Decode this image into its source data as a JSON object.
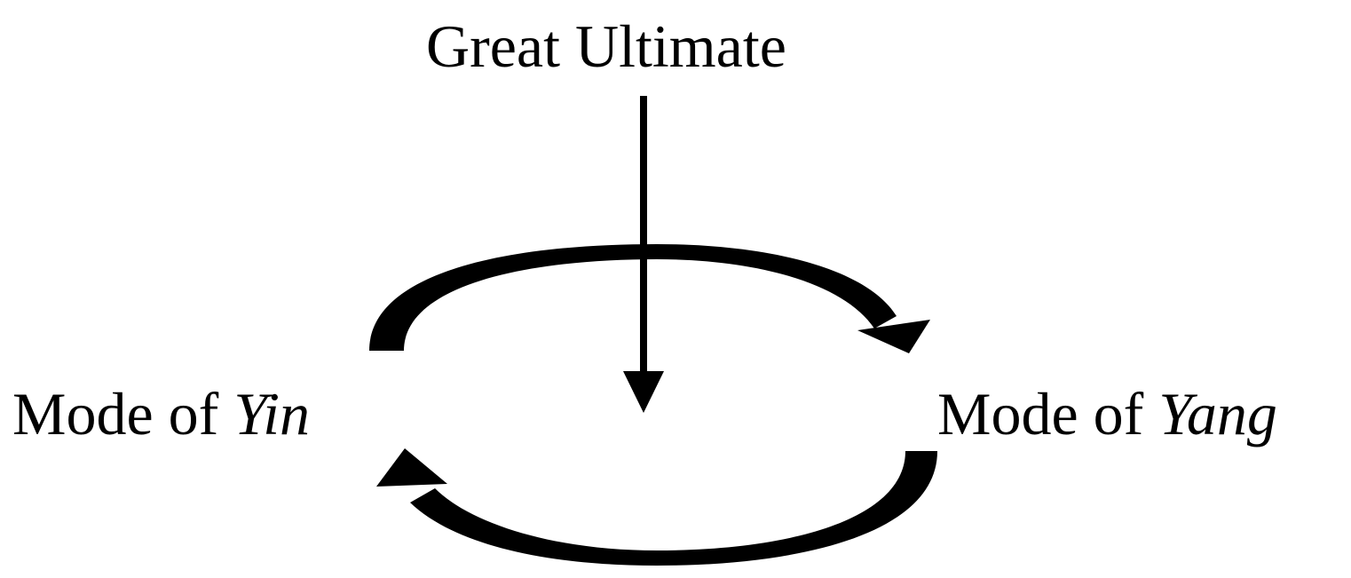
{
  "diagram": {
    "top_node": {
      "text": "Great Ultimate"
    },
    "left_node": {
      "prefix": "Mode of ",
      "emphasis": "Yin"
    },
    "right_node": {
      "prefix": "Mode of ",
      "emphasis": "Yang"
    },
    "colors": {
      "ink": "#000000",
      "background": "#ffffff"
    }
  }
}
